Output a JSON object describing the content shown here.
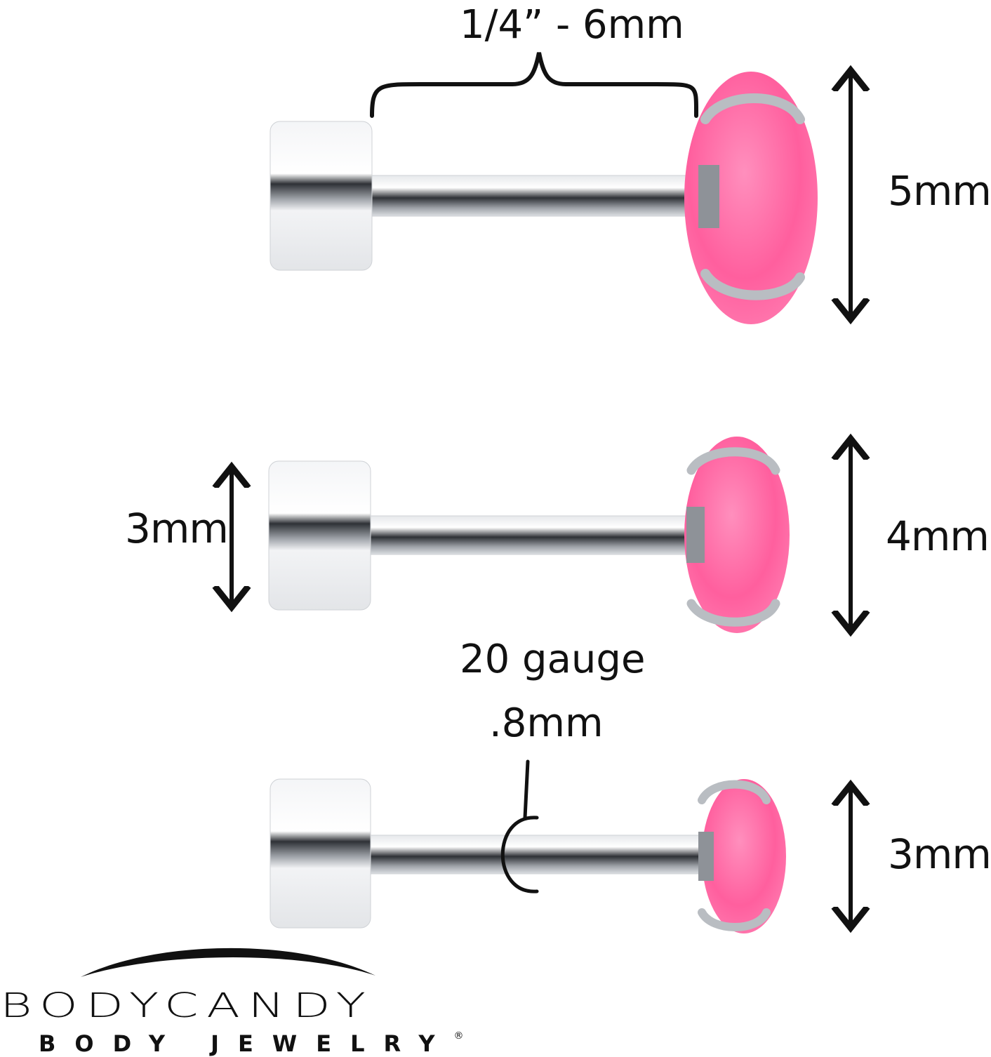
{
  "labels": {
    "length": "1/4” - 6mm",
    "stud_large": "5mm",
    "stud_medium": "4mm",
    "stud_small": "3mm",
    "back_disc": "3mm",
    "gauge_line1": "20 gauge",
    "gauge_line2": ".8mm"
  },
  "brand": {
    "name": "BODYCANDY",
    "tagline": "BODY JEWELRY",
    "registered": "®"
  },
  "colors": {
    "gem_pink": "#ff5f9e",
    "gem_highlight": "#ffb3d1",
    "steel": "#c9ccd1",
    "steel_dark": "#3a3d42",
    "ink": "#111111"
  }
}
